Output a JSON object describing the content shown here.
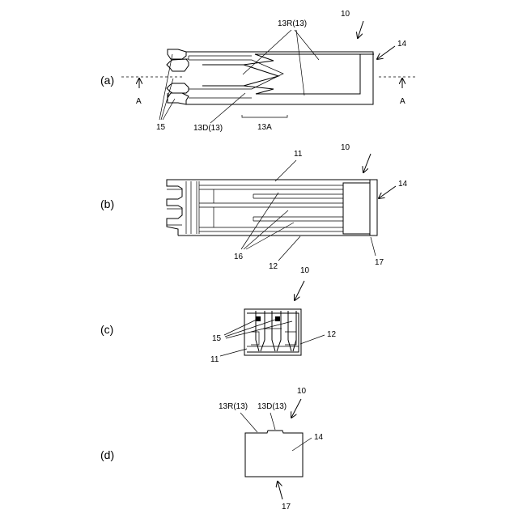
{
  "figure_labels": {
    "a": "(a)",
    "b": "(b)",
    "c": "(c)",
    "d": "(d)"
  },
  "view_a": {
    "ref_10": "10",
    "ref_13R": "13R(13)",
    "ref_14": "14",
    "ref_15": "15",
    "ref_13D": "13D(13)",
    "ref_13A": "13A",
    "section_left": "A",
    "section_right": "A"
  },
  "view_b": {
    "ref_10": "10",
    "ref_11": "11",
    "ref_14": "14",
    "ref_16": "16",
    "ref_12": "12",
    "ref_17": "17"
  },
  "view_c": {
    "ref_10": "10",
    "ref_15": "15",
    "ref_12": "12",
    "ref_11": "11"
  },
  "view_d": {
    "ref_10": "10",
    "ref_13R": "13R(13)",
    "ref_13D": "13D(13)",
    "ref_14": "14",
    "ref_17": "17"
  }
}
